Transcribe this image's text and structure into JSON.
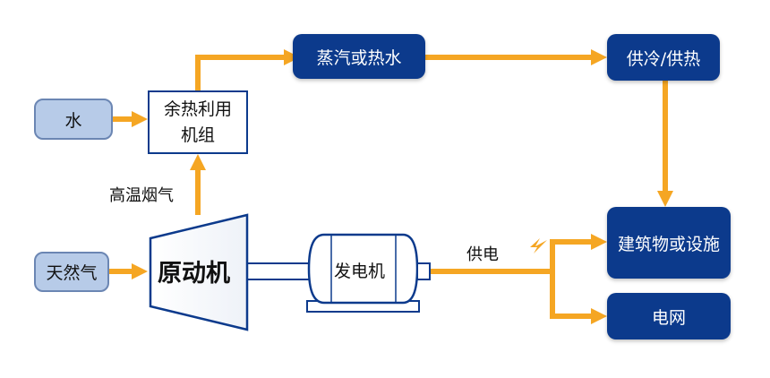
{
  "nodes": {
    "water": "水",
    "natural_gas": "天然气",
    "waste_heat_unit": "余热利用\n机组",
    "steam_hot_water": "蒸汽或热水",
    "cooling_heating": "供冷/供热",
    "prime_mover": "原动机",
    "generator": "发电机",
    "buildings": "建筑物或设施",
    "grid": "电网"
  },
  "labels": {
    "flue_gas": "高温烟气",
    "power_supply": "供电"
  },
  "colors": {
    "arrow": "#f5a623",
    "dark_box": "#0c3a8c",
    "light_box": "#b7cbe8",
    "outline": "#0c3a8c"
  }
}
